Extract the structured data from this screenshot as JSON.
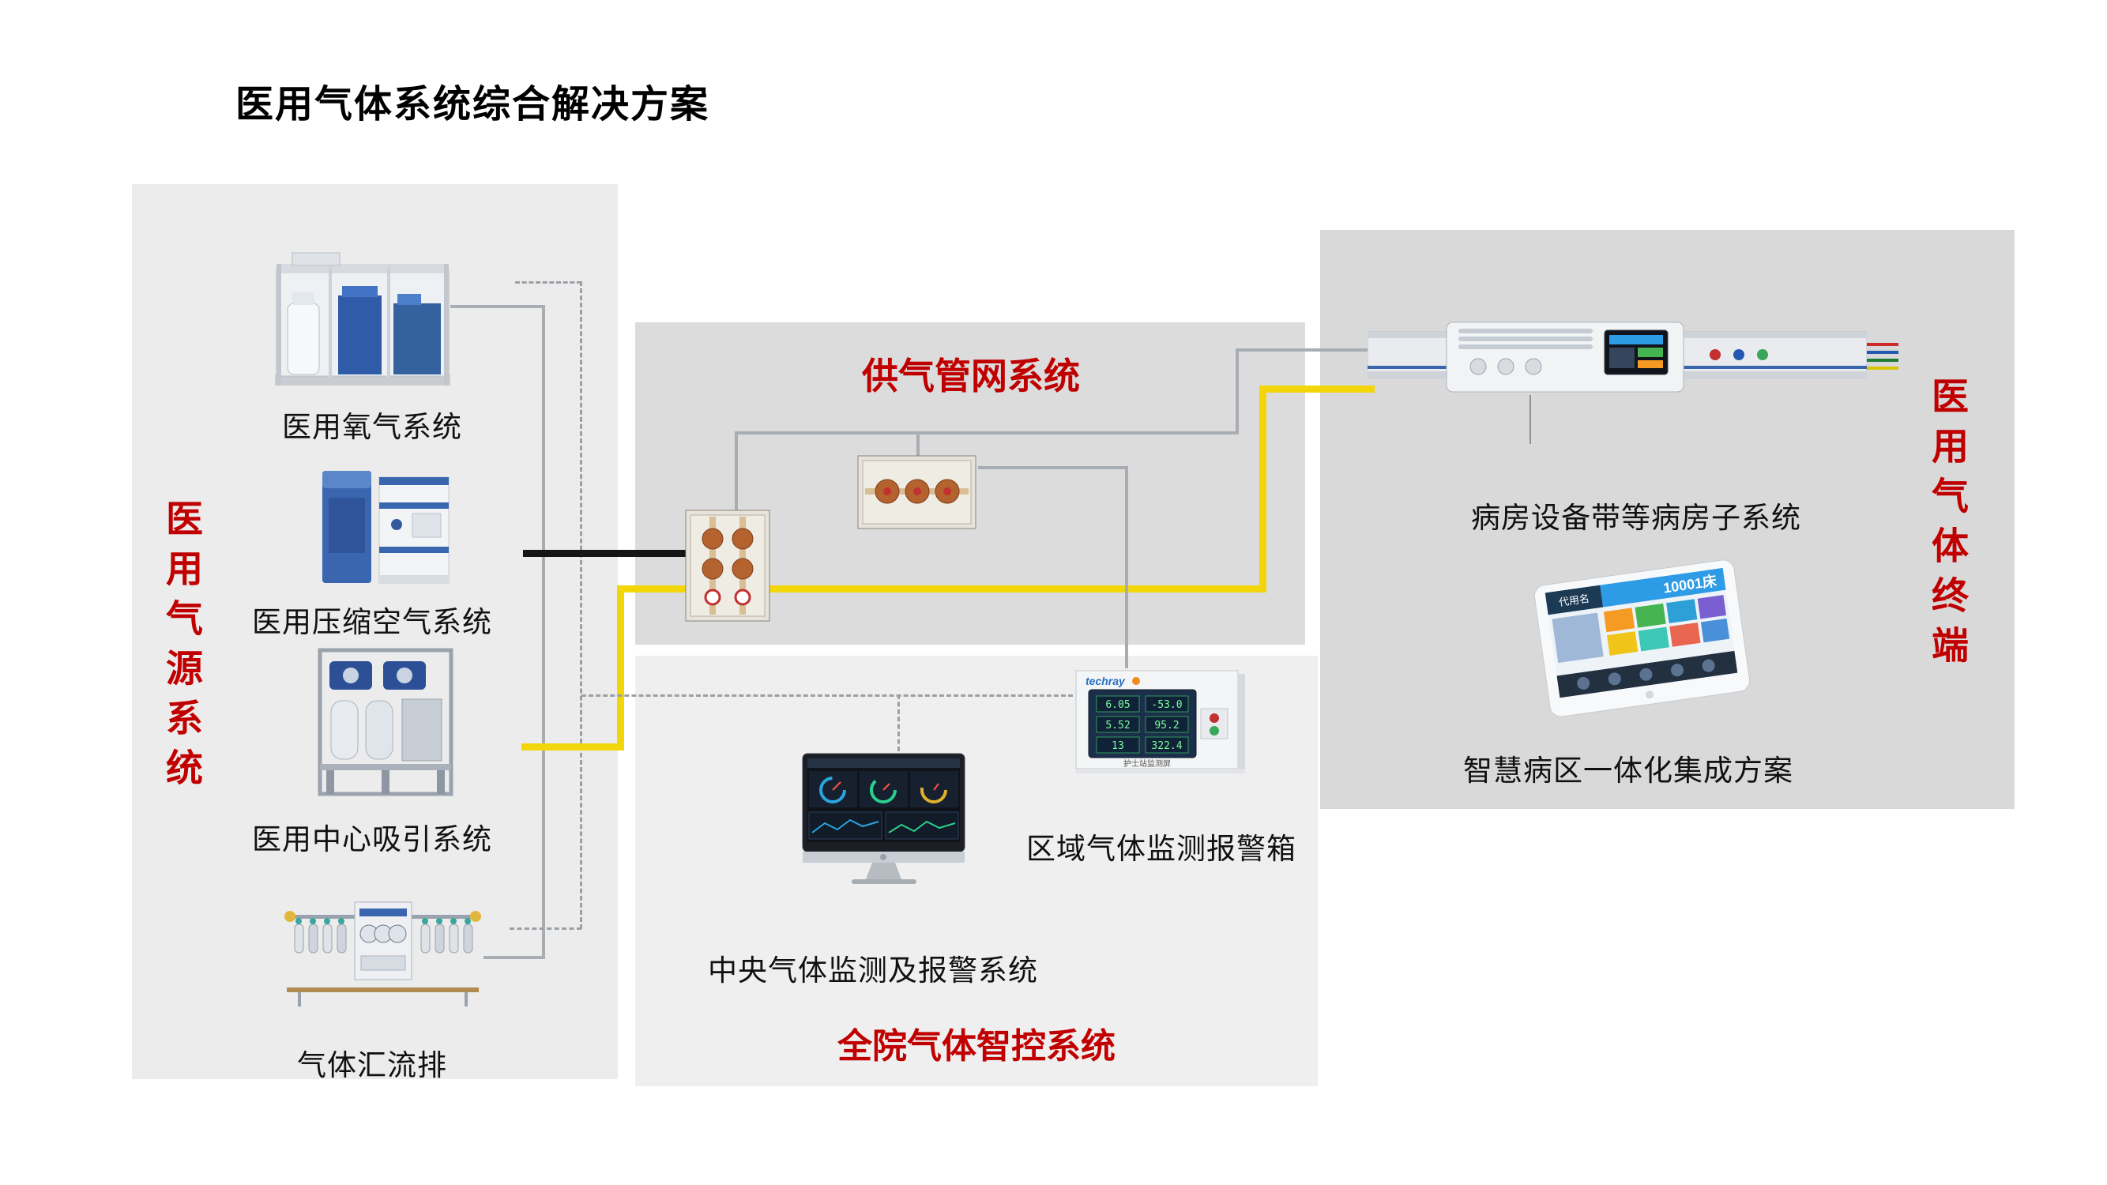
{
  "title": "医用气体系统综合解决方案",
  "accent_red": "#c00000",
  "source_panel": {
    "vertical_label": "医用气源系统",
    "items": [
      {
        "label": "医用氧气系统"
      },
      {
        "label": "医用压缩空气系统"
      },
      {
        "label": "医用中心吸引系统"
      },
      {
        "label": "气体汇流排"
      }
    ]
  },
  "pipeline_panel": {
    "title": "供气管网系统"
  },
  "control_panel": {
    "title": "全院气体智控系统",
    "central_label": "中央气体监测及报警系统",
    "regional_label": "区域气体监测报警箱",
    "alarm_box": {
      "brand": "techray",
      "readings": [
        [
          "6.05",
          "-53.0"
        ],
        [
          "5.52",
          "95.2"
        ],
        [
          "13",
          "322.4"
        ]
      ],
      "caption": "护士站监测屏"
    }
  },
  "terminal_panel": {
    "vertical_label": "医用气体终端",
    "ward_label": "病房设备带等病房子系统",
    "smart_label": "智慧病区一体化集成方案",
    "tablet": {
      "bed_no": "10001床",
      "patient": "代用名"
    }
  }
}
